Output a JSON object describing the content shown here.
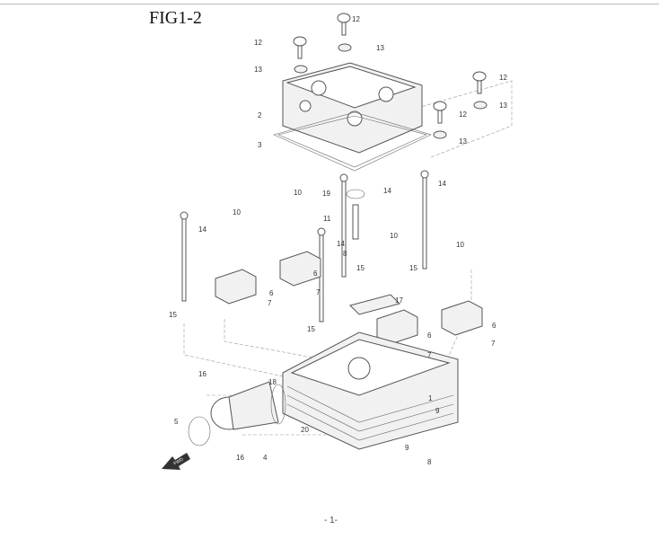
{
  "figure_title": "FIG1-2",
  "page_number": "- 1-",
  "fwd_label": "FWD",
  "callouts": [
    "12",
    "12",
    "13",
    "13",
    "12",
    "13",
    "12",
    "13",
    "2",
    "3",
    "14",
    "19",
    "14",
    "10",
    "11",
    "14",
    "10",
    "14",
    "8",
    "10",
    "15",
    "15",
    "10",
    "6",
    "6",
    "7",
    "7",
    "17",
    "15",
    "15",
    "6",
    "6",
    "7",
    "7",
    "16",
    "18",
    "1",
    "9",
    "5",
    "20",
    "9",
    "16",
    "4",
    "8"
  ]
}
